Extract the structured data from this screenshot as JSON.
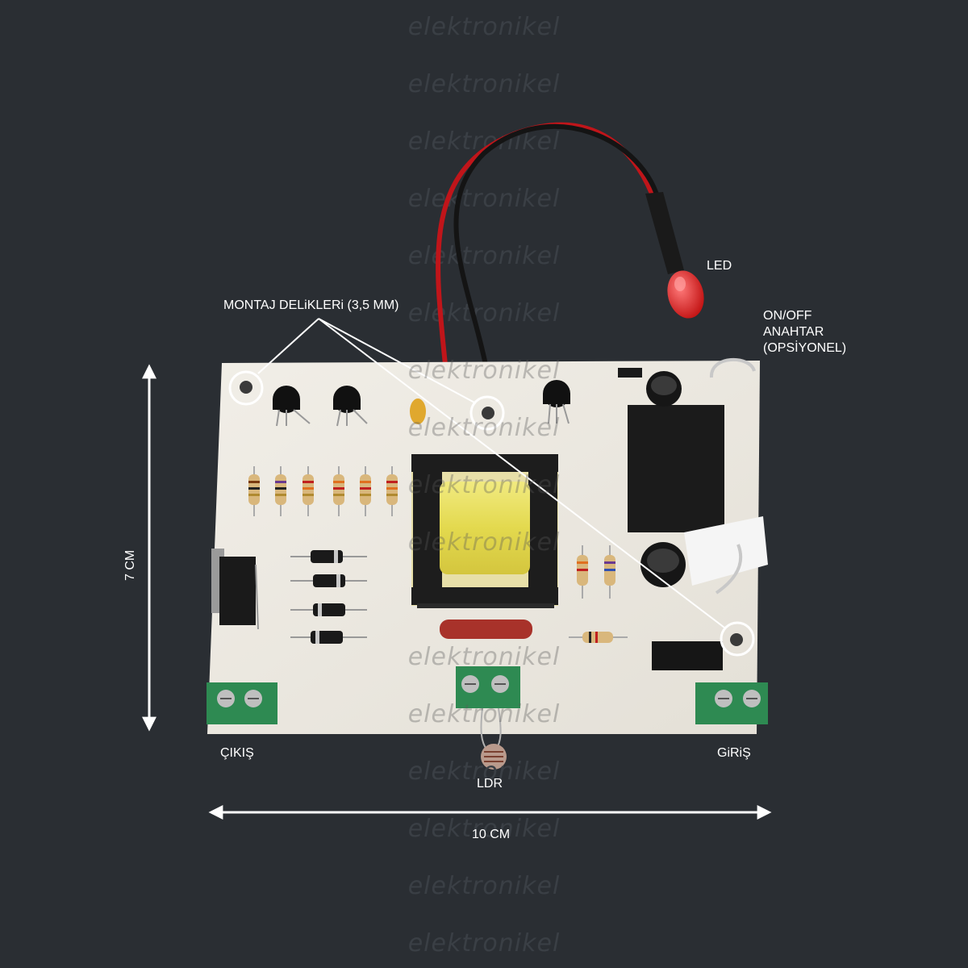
{
  "watermark": "elektronikel",
  "labels": {
    "mounting_holes": "MONTAJ DELiKLERi (3,5 MM)",
    "led": "LED",
    "switch_line1": "ON/OFF",
    "switch_line2": "ANAHTAR",
    "switch_line3": "(OPSİYONEL)",
    "output": "ÇIKIŞ",
    "input": "GiRiŞ",
    "ldr": "LDR",
    "width": "10 CM",
    "height": "7 CM"
  },
  "colors": {
    "background": "#2a2e33",
    "board": "#eeeae2",
    "highlight": "#ffffff",
    "terminal": "#2e8a52",
    "transformer_core": "#1d1d1d",
    "coil": "#e8df5c",
    "wire_red": "#c0151a",
    "wire_black": "#141414",
    "led": "#e02020",
    "watermark": "#3a3f45"
  }
}
